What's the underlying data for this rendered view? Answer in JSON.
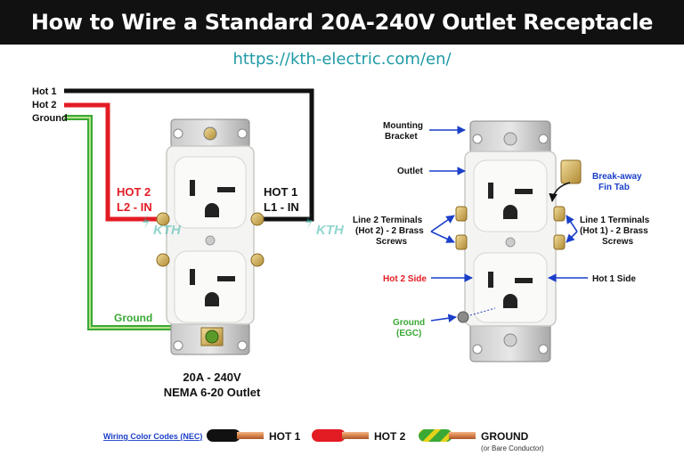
{
  "header": {
    "title": "How to Wire a Standard 20A-240V Outlet Receptacle",
    "url": "https://kth-electric.com/en/"
  },
  "left_diagram": {
    "wire_labels": {
      "hot1": "Hot 1",
      "hot2": "Hot 2",
      "ground": "Ground"
    },
    "hot2_terminal": {
      "line1": "HOT 2",
      "line2": "L2 - IN"
    },
    "hot1_terminal": {
      "line1": "HOT 1",
      "line2": "L1 - IN"
    },
    "ground_terminal": "Ground",
    "caption": {
      "line1": "20A - 240V",
      "line2": "NEMA 6-20 Outlet"
    }
  },
  "right_diagram": {
    "mounting_bracket": {
      "line1": "Mounting",
      "line2": "Bracket"
    },
    "outlet": "Outlet",
    "breakaway": {
      "line1": "Break-away",
      "line2": "Fin Tab"
    },
    "line2_terminals": {
      "line1": "Line 2 Terminals",
      "line2": "(Hot 2) - 2 Brass",
      "line3": "Screws"
    },
    "line1_terminals": {
      "line1": "Line 1 Terminals",
      "line2": "(Hot 1) - 2 Brass",
      "line3": "Screws"
    },
    "hot2_side": "Hot 2 Side",
    "hot1_side": "Hot 1 Side",
    "ground": {
      "line1": "Ground",
      "line2": "(EGC)"
    }
  },
  "watermark": "KTH",
  "legend": {
    "title": "Wiring Color Codes (NEC)",
    "items": [
      {
        "label": "HOT 1",
        "color": "#111111"
      },
      {
        "label": "HOT 2",
        "color": "#e31b23"
      },
      {
        "label": "GROUND",
        "sublabel": "(or Bare Conductor)",
        "color": "#3aa935"
      }
    ]
  },
  "colors": {
    "hot1": "#111111",
    "hot2": "#e31b23",
    "ground": "#3aa935",
    "ground_stripe": "#e6d21a",
    "accent_blue": "#1a3fc9",
    "url": "#1f9aa6"
  }
}
